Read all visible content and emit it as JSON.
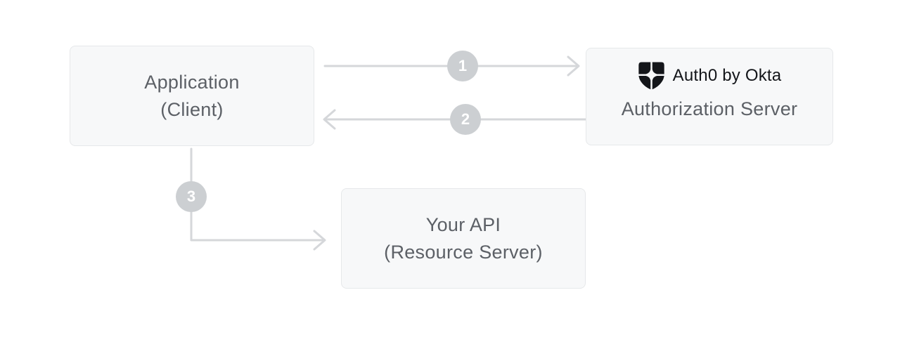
{
  "diagram": {
    "nodes": {
      "application": {
        "line1": "Application",
        "line2": "(Client)"
      },
      "authorization_server": {
        "brand": "Auth0 by Okta",
        "label": "Authorization Server"
      },
      "resource_server": {
        "line1": "Your API",
        "line2": "(Resource Server)"
      }
    },
    "steps": [
      {
        "number": "1"
      },
      {
        "number": "2"
      },
      {
        "number": "3"
      }
    ]
  },
  "colors": {
    "box_background": "#f7f8f9",
    "box_border": "#e6e8ea",
    "connector": "#d5d7da",
    "step_circle": "#cccfd2",
    "step_number": "#ffffff",
    "node_text": "#5c6066",
    "brand_text": "#14161a"
  }
}
